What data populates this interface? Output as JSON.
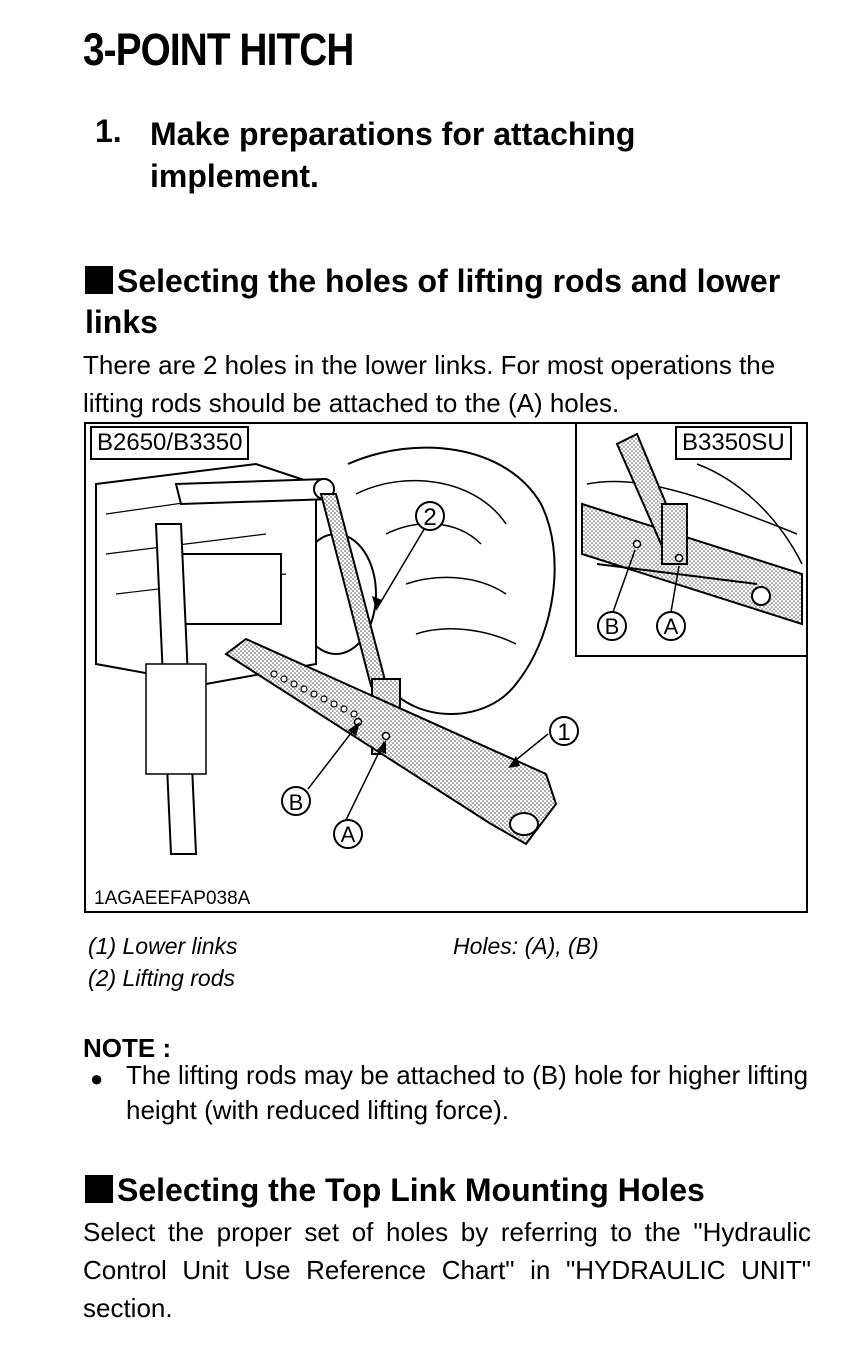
{
  "page": {
    "title": "3-POINT HITCH",
    "step": {
      "number": "1.",
      "text": "Make preparations for attaching implement."
    }
  },
  "section1": {
    "heading": "Selecting the holes of lifting rods and lower links",
    "body": "There are 2 holes in the lower links. For most operations the lifting rods should be attached to the (A) holes."
  },
  "figure": {
    "main_model": "B2650/B3350",
    "inset_model": "B3350SU",
    "figure_code": "1AGAEEFAP038A",
    "callouts": {
      "one": "1",
      "two": "2",
      "a": "A",
      "b": "B"
    }
  },
  "captions": {
    "item1": "(1) Lower links",
    "item2": "(2) Lifting rods",
    "holes": "Holes: (A), (B)"
  },
  "note": {
    "label": "NOTE :",
    "bullet": "●",
    "text": "The lifting rods may be attached to (B) hole for higher lifting height (with reduced lifting force)."
  },
  "section2": {
    "heading": "Selecting the Top Link Mounting Holes",
    "body": "Select the proper set of holes by referring to the \"Hydraulic Control Unit Use Reference Chart\" in \"HYDRAULIC UNIT\" section."
  }
}
